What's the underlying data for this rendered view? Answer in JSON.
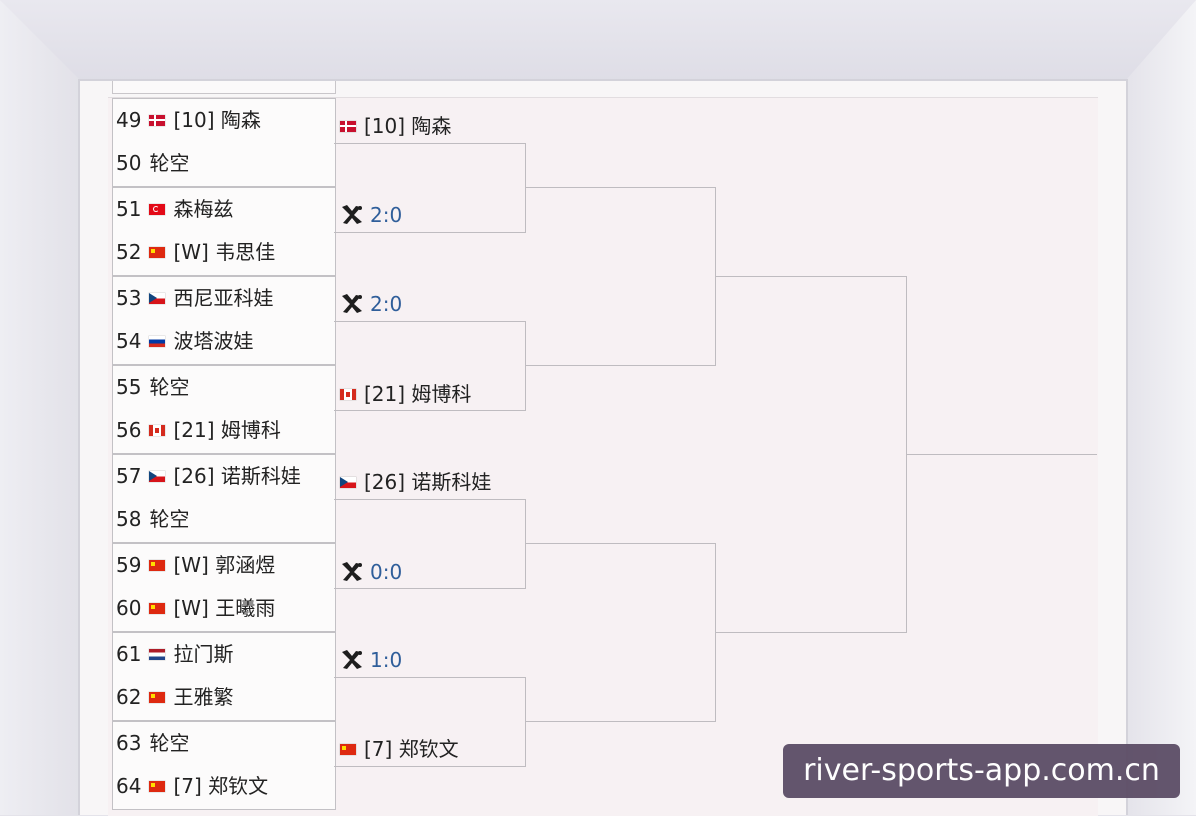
{
  "draw_entries": [
    {
      "num": "49",
      "flag": "dk",
      "text": "[10] 陶森"
    },
    {
      "num": "50",
      "flag": "",
      "text": "轮空"
    },
    {
      "num": "51",
      "flag": "tr",
      "text": "森梅兹"
    },
    {
      "num": "52",
      "flag": "cn",
      "text": "[W] 韦思佳"
    },
    {
      "num": "53",
      "flag": "cz",
      "text": "西尼亚科娃"
    },
    {
      "num": "54",
      "flag": "ru",
      "text": "波塔波娃"
    },
    {
      "num": "55",
      "flag": "",
      "text": "轮空"
    },
    {
      "num": "56",
      "flag": "ca",
      "text": "[21] 姆博科"
    },
    {
      "num": "57",
      "flag": "cz",
      "text": "[26] 诺斯科娃"
    },
    {
      "num": "58",
      "flag": "",
      "text": "轮空"
    },
    {
      "num": "59",
      "flag": "cn",
      "text": "[W] 郭涵煜"
    },
    {
      "num": "60",
      "flag": "cn",
      "text": "[W] 王曦雨"
    },
    {
      "num": "61",
      "flag": "nl",
      "text": "拉门斯"
    },
    {
      "num": "62",
      "flag": "cn",
      "text": "王雅繁"
    },
    {
      "num": "63",
      "flag": "",
      "text": "轮空"
    },
    {
      "num": "64",
      "flag": "cn",
      "text": "[7] 郑钦文"
    }
  ],
  "second_round": [
    {
      "type": "player",
      "flag": "dk",
      "text": "[10] 陶森"
    },
    {
      "type": "score",
      "icon": "crossed-rackets-icon",
      "text": "2:0"
    },
    {
      "type": "score",
      "icon": "crossed-rackets-icon",
      "text": "2:0"
    },
    {
      "type": "player",
      "flag": "ca",
      "text": "[21] 姆博科"
    },
    {
      "type": "player",
      "flag": "cz",
      "text": "[26] 诺斯科娃"
    },
    {
      "type": "score",
      "icon": "crossed-rackets-icon",
      "text": "0:0"
    },
    {
      "type": "score",
      "icon": "crossed-rackets-icon",
      "text": "1:0"
    },
    {
      "type": "player",
      "flag": "cn",
      "text": "[7] 郑钦文"
    }
  ],
  "colors": {
    "score": "#2f5e9a",
    "lines": "#bfbcc0",
    "watermark_bg": "#5c4d66"
  },
  "watermark": "river-sports-app.com.cn"
}
